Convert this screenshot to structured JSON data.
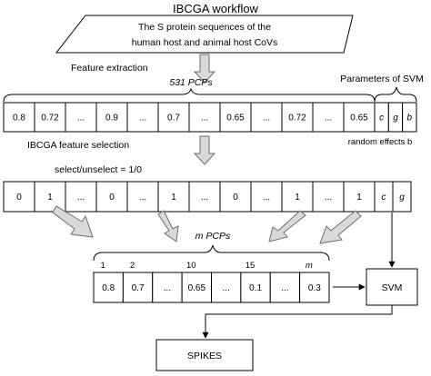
{
  "title": "IBCGA workflow",
  "input": {
    "line1": "The S protein sequences of the",
    "line2": "human host and animal host CoVs"
  },
  "feature_extraction_label": "Feature extraction",
  "pcps_label": "531 PCPs",
  "svm_params_label": "Parameters of SVM",
  "random_effects_label": "random effects b",
  "row1": {
    "cells": [
      "0.8",
      "0.72",
      "...",
      "0.9",
      "...",
      "0.7",
      "...",
      "0.65",
      "...",
      "0.72",
      "...",
      "0.65"
    ],
    "params": [
      "c",
      "g",
      "b"
    ]
  },
  "selection_label": "IBCGA feature selection",
  "select_rule_label": "select/unselect = 1/0",
  "row2": {
    "cells": [
      "0",
      "1",
      "...",
      "0",
      "...",
      "1",
      "...",
      "0",
      "...",
      "1",
      "...",
      "1"
    ],
    "params": [
      "c",
      "g"
    ]
  },
  "m_pcps_label": "m PCPs",
  "row3": {
    "indices": [
      "1",
      "2",
      "10",
      "15",
      "m"
    ],
    "cells": [
      "0.8",
      "0.7",
      "...",
      "0.65",
      "...",
      "0.1",
      "...",
      "0.3"
    ]
  },
  "svm_label": "SVM",
  "output_label": "SPIKES"
}
